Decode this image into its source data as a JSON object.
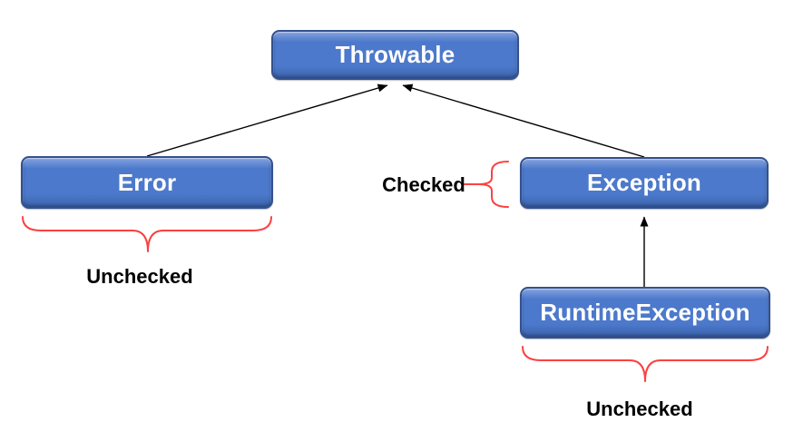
{
  "colors": {
    "background": "#FFFFFF",
    "node_fill": "#4C79CB",
    "node_fill_light": "#85A3DE",
    "node_fill_dark": "#3C63AB",
    "node_border": "#33518E",
    "node_text": "#FFFFFF",
    "edge_color": "#000000",
    "brace_color": "#FB4141",
    "label_text": "#000000"
  },
  "nodes": {
    "throwable": {
      "label": "Throwable"
    },
    "error": {
      "label": "Error"
    },
    "exception": {
      "label": "Exception"
    },
    "runtime_exception": {
      "label": "RuntimeException"
    }
  },
  "edges": [
    {
      "from": "Error",
      "to": "Throwable",
      "style": "arrow"
    },
    {
      "from": "Exception",
      "to": "Throwable",
      "style": "arrow"
    },
    {
      "from": "RuntimeException",
      "to": "Exception",
      "style": "arrow"
    }
  ],
  "annotations": {
    "checked": {
      "label": "Checked",
      "target": "Exception"
    },
    "unchecked_error": {
      "label": "Unchecked",
      "target": "Error"
    },
    "unchecked_runtime": {
      "label": "Unchecked",
      "target": "RuntimeException"
    }
  }
}
